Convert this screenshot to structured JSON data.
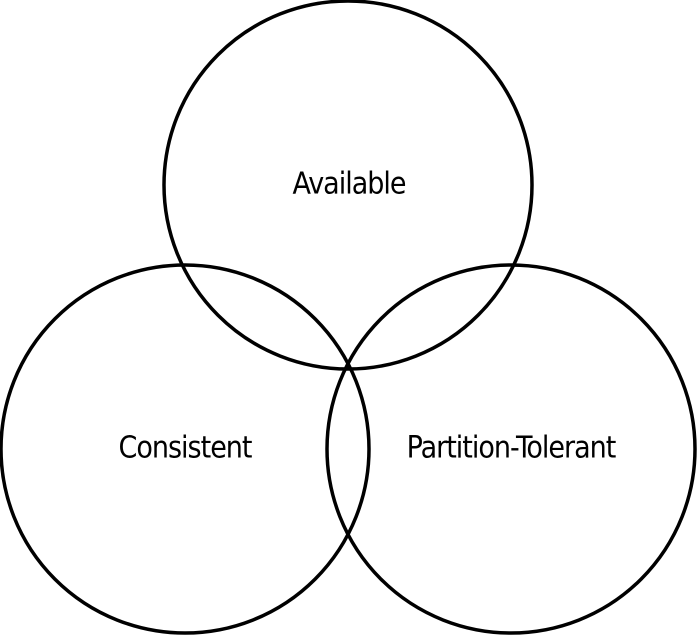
{
  "diagram": {
    "type": "venn",
    "sets": [
      {
        "id": "available",
        "label": "Available"
      },
      {
        "id": "consistent",
        "label": "Consistent"
      },
      {
        "id": "partition",
        "label": "Partition-Tolerant"
      }
    ],
    "colors": {
      "stroke": "#000000",
      "background": "#ffffff"
    }
  }
}
